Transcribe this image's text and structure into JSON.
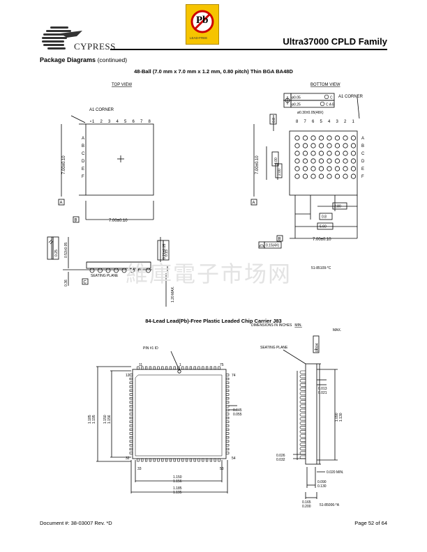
{
  "header": {
    "brand": "CYPRESS",
    "badge_main": "Pb",
    "badge_sub": "LEAD-FREE",
    "title": "Ultra37000 CPLD Family"
  },
  "section": {
    "title": "Package Diagrams",
    "suffix": "(continued)"
  },
  "diagram1": {
    "caption": "48-Ball (7.0 mm x 7.0 mm x 1.2 mm, 0.80 pitch) Thin BGA BA48D",
    "top_view": "TOP VIEW",
    "bottom_view": "BOTTOM VIEW",
    "a1_corner": "A1 CORNER",
    "columns_top": [
      "1",
      "2",
      "3",
      "4",
      "5",
      "6",
      "7",
      "8"
    ],
    "columns_bottom": [
      "8",
      "7",
      "6",
      "5",
      "4",
      "3",
      "2",
      "1"
    ],
    "rows": [
      "A",
      "B",
      "C",
      "D",
      "E",
      "F"
    ],
    "dim_side": "7.00±0.10",
    "dim_bottom": "7.00±0.10",
    "datum_a": "A",
    "datum_b": "B",
    "datum_c": "C",
    "tol_1": "ø0.05",
    "tol_1_ref": "C",
    "tol_2": "ø0.25",
    "tol_2_ref": "C A B",
    "ball_dia": "ø0.30±0.05(48X)",
    "dim_08_v": "0.8",
    "dim_400": "4.00",
    "dim_200": "2.00",
    "dim_08_h": "0.8",
    "dim_280": "2.80",
    "dim_560": "5.60",
    "flatness": "0.15(4X)",
    "side_025": "0.25",
    "side_053": "0.53±0.05",
    "side_021": "0.21±0.05",
    "side_015": "0.15",
    "side_036": "0.36",
    "side_120": "1.20 MAX.",
    "seating": "SEATING PLANE",
    "ref": "51-85109-*C"
  },
  "diagram2": {
    "caption": "84-Lead Lead(Pb)-Free Plastic Leaded Chip Carrier J83",
    "dims_note": "DIMENSIONS IN INCHES",
    "dims_min": "MIN.",
    "dims_max": "MAX.",
    "pin1": "PIN #1 ID",
    "seating": "SEATING PLANE",
    "pin_11": "11",
    "pin_1": "1",
    "pin_75": "75",
    "pin_12": "12",
    "pin_74": "74",
    "pin_32": "32",
    "pin_54": "54",
    "pin_33": "33",
    "pin_53": "53",
    "d_1185": "1.185",
    "d_1195": "1.195",
    "d_1150": "1.150",
    "d_1156": "1.156",
    "d_0045": "0.045",
    "d_0055": "0.055",
    "d_0013": "0.013",
    "d_0021": "0.021",
    "d_1090": "1.090",
    "d_1130": "1.130",
    "d_0026": "0.026",
    "d_0032": "0.032",
    "d_0020": "0.020 MIN.",
    "d_0090": "0.090",
    "d_0130": "0.130",
    "d_0165": "0.165",
    "d_0200": "0.200",
    "d_0004": "0.004",
    "ref": "51-85006-*A"
  },
  "watermark": "維庫電子市场网",
  "footer": {
    "doc": "Document #: 38-03007  Rev. *D",
    "page": "Page 52 of 64"
  }
}
